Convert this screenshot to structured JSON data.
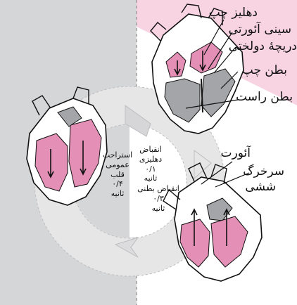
{
  "colors": {
    "left_panel": "#d5d6d8",
    "right_bg": "#ffffff",
    "pink_wedge": "#f8d3e2",
    "pink_muscle": "#e48fb6",
    "gray_muscle": "#a4a5a8",
    "arrow_ring": "#eaeaeb"
  },
  "labels": {
    "left_atrium": "دهلیز چپ",
    "aortic_sinus": "سینی آئورتی",
    "mitral_valve": "دریچهٔ دولختی",
    "left_ventricle": "بطن چپ",
    "right_ventricle": "بطن راست",
    "aorta": "آئورت",
    "pulmonary_artery_l1": "سرخرگ",
    "pulmonary_artery_l2": "ششی"
  },
  "phases": {
    "atrial": {
      "l1": "انقباض",
      "l2": "دهلیزی",
      "l3": "۰/۱",
      "l4": "ثانیه"
    },
    "ventricular": {
      "l1": "انقباض بطنی",
      "l2": "۰/۳",
      "l3": "ثانیه"
    },
    "rest": {
      "l1": "استراحت",
      "l2": "عمومی",
      "l3": "قلب",
      "l4": "۰/۴",
      "l5": "ثانیه"
    }
  }
}
